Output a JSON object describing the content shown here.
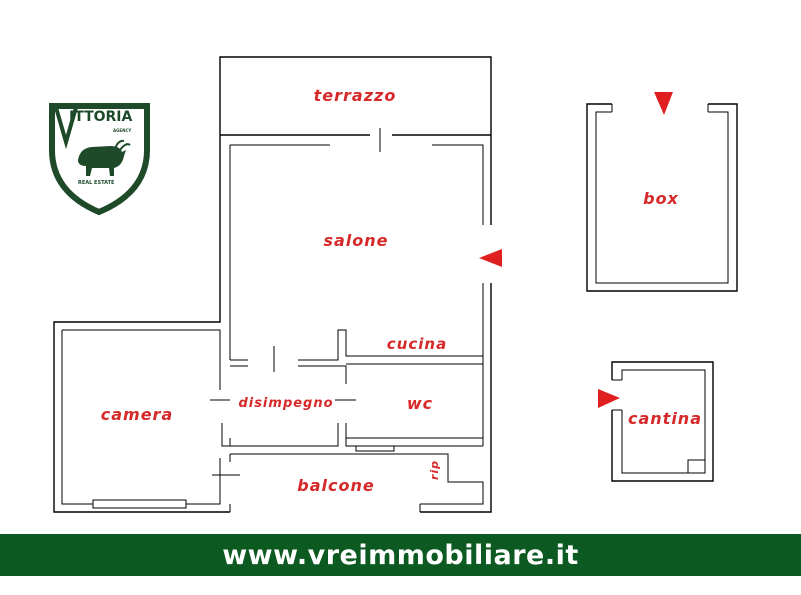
{
  "logo": {
    "brand": "ITTORIA",
    "tagline": "AGENCY",
    "subtitle": "REAL ESTATE",
    "color": "#1e4a2a"
  },
  "rooms": {
    "terrazzo": "terrazzo",
    "salone": "salone",
    "cucina": "cucina",
    "disimpegno": "disimpegno",
    "wc": "wc",
    "camera": "camera",
    "balcone": "balcone",
    "rip": "rip",
    "box": "box",
    "cantina": "cantina"
  },
  "colors": {
    "label": "#d62a2a",
    "arrow": "#e02020",
    "footer_bg": "#0c5a22",
    "footer_text": "#ffffff"
  },
  "icons": [
    "entrance-arrow-icon",
    "shield-logo-icon"
  ],
  "footer": {
    "url": "www.vreimmobiliare.it"
  }
}
